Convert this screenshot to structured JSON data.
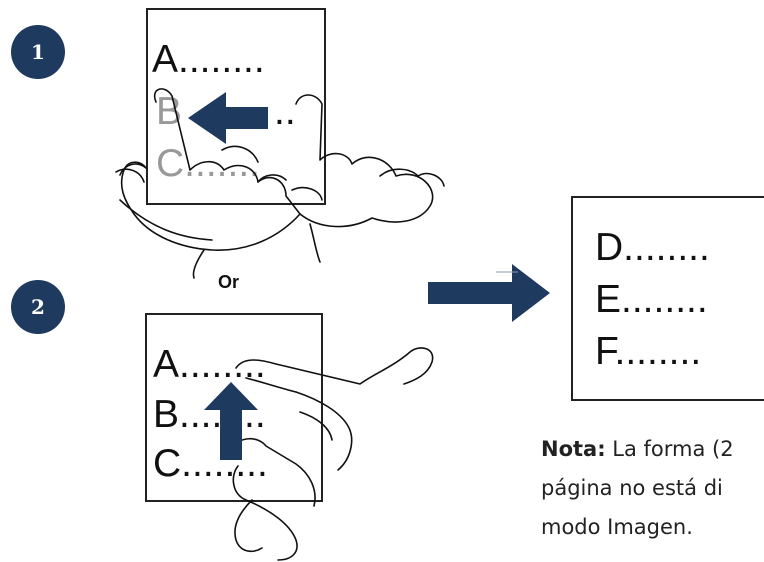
{
  "steps": {
    "one": "1",
    "two": "2"
  },
  "page1": {
    "line_a": "A........",
    "line_b": "B",
    "line_b_tail": "..",
    "line_c": "C.......",
    "line_c_tail": "..."
  },
  "page2": {
    "line_a": "A........",
    "line_b": "B........",
    "line_c": "C........"
  },
  "page3": {
    "line_d": "D........",
    "line_e": "E........",
    "line_f": "F........"
  },
  "or_label": "Or",
  "note": {
    "label": "Nota:",
    "line1": " La forma (2",
    "line2": "página no está di",
    "line3": "modo Imagen."
  },
  "colors": {
    "arrow": "#1f3a5f",
    "badge": "#1f3a5f"
  }
}
